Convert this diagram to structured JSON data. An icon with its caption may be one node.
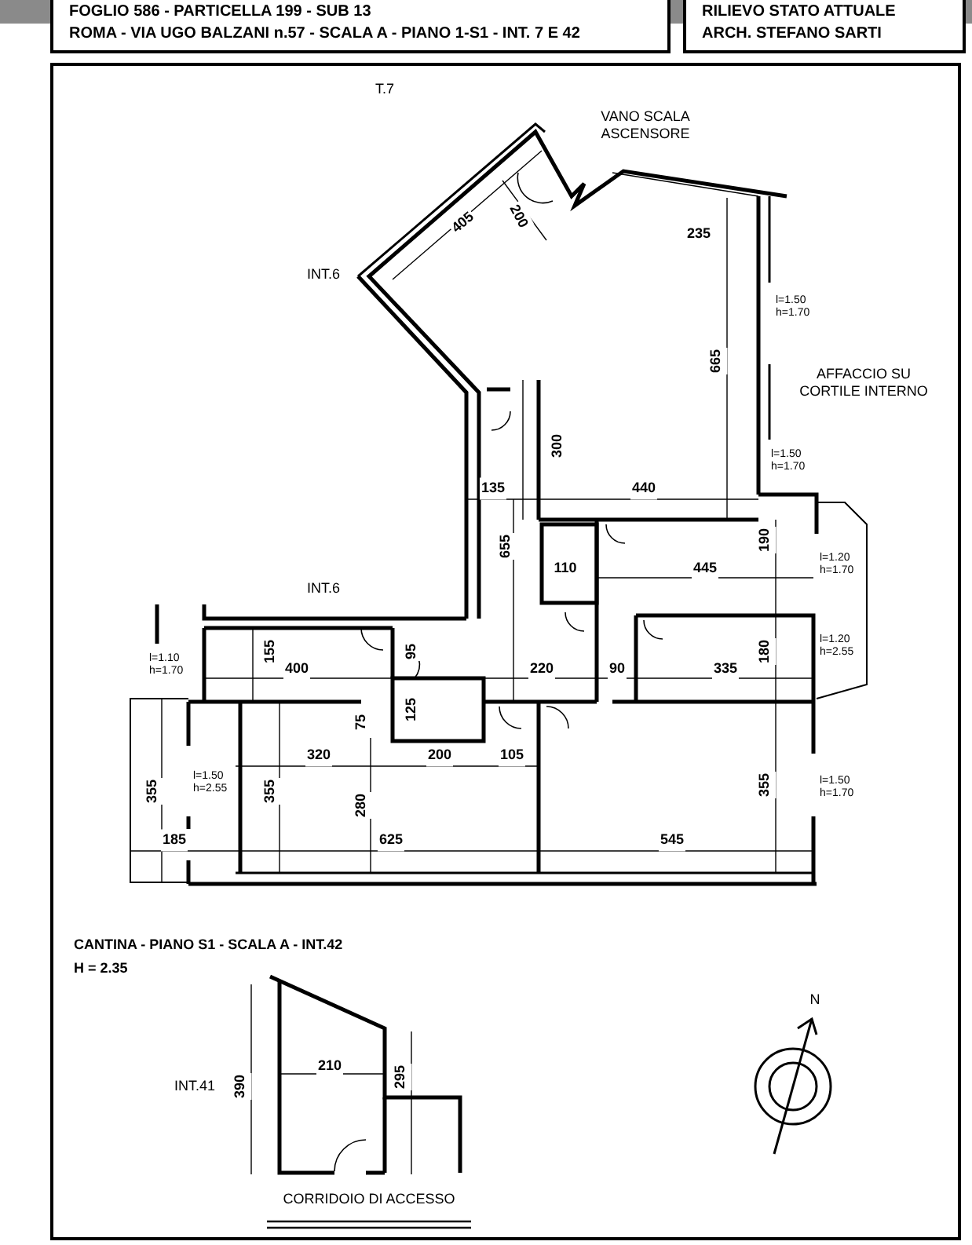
{
  "diagram": {
    "nodes": [
      {
        "text": [
          "FOGLIO 586 - PARTICELLA 199 - SUB 13",
          "ROMA - VIA UGO BALZANI n.57 - SCALA A - PIANO 1-S1 - INT. 7 E 42"
        ]
      },
      {
        "text": [
          "RILIEVO STATO ATTUALE",
          "ARCH. STEFANO SARTI"
        ]
      }
    ],
    "labels": [
      "T.7",
      "VANO SCALA ASCENSORE",
      "405",
      "200",
      "235",
      "INT.6",
      "l=1.50 h=1.70",
      "665",
      "AFFACCIO SU CORTILE INTERNO",
      "300",
      "l=1.50 h=1.70",
      "135",
      "440",
      "655",
      "110",
      "445",
      "190",
      "l=1.20 h=1.70",
      "INT.6",
      "l=1.10 h=1.70",
      "155",
      "400",
      "95",
      "220",
      "90",
      "335",
      "180",
      "l=1.20 h=2.55",
      "125",
      "75",
      "320",
      "200",
      "105",
      "355",
      "l=1.50 h=2.55",
      "355",
      "280",
      "355",
      "l=1.50 h=1.70",
      "185",
      "625",
      "545",
      "CANTINA - PIANO S1 - SCALA A - INT.42",
      "H = 2.35",
      "INT.41",
      "390",
      "210",
      "295",
      "N",
      "CORRIDOIO DI ACCESSO"
    ]
  }
}
